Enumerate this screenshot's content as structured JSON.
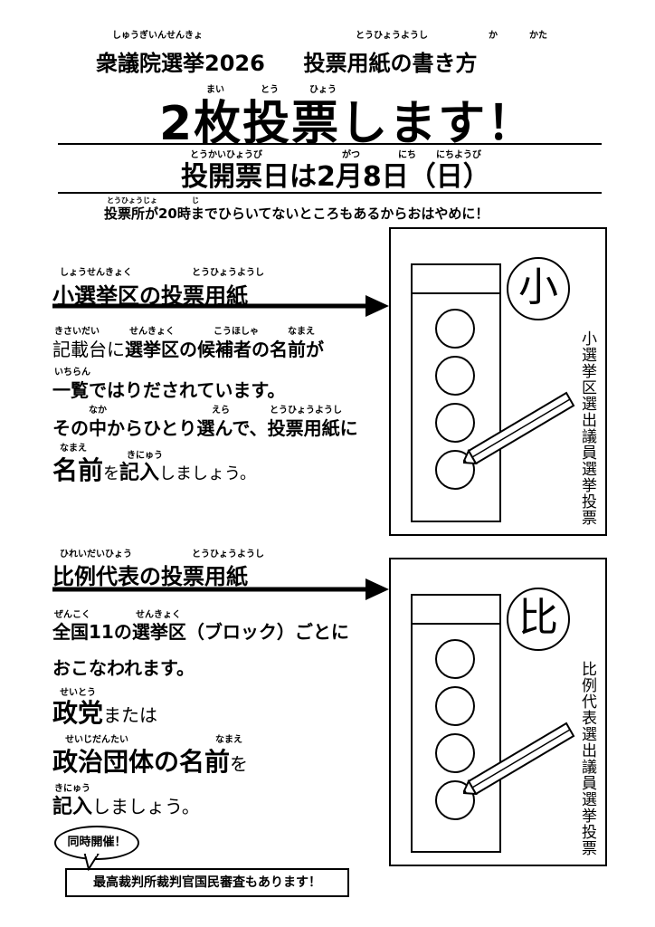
{
  "header": {
    "ruby_election": "しゅうぎいんせんきょ",
    "ruby_ballot": "とうひょうようし",
    "ruby_ka": "か",
    "ruby_kata": "かた",
    "title_election": "衆議院選挙2026",
    "title_howto": "投票用紙の書き方",
    "ruby_mai": "まい",
    "ruby_tou": "とう",
    "ruby_hyou": "ひょう",
    "headline": "2枚投票します！",
    "ruby_date_1": "とうかいひょうび",
    "ruby_date_2": "がつ",
    "ruby_date_3": "にち",
    "ruby_date_4": "にちようび",
    "vote_date": "投開票日は2月8日（日）",
    "ruby_note_1": "とうひょうじょ",
    "ruby_note_2": "じ",
    "note": "投票所が20時までひらいてないところもあるからおはやめに！"
  },
  "section1": {
    "ruby_title_1": "しょうせんきょく",
    "ruby_title_2": "とうひょうようし",
    "title": "小選挙区の投票用紙",
    "ruby_l1_1": "きさいだい",
    "ruby_l1_2": "せんきょく",
    "ruby_l1_3": "こうほしゃ",
    "ruby_l1_4": "なまえ",
    "line1_a": "記載台",
    "line1_b": "に",
    "line1_c": "選挙区の候補者の名前が",
    "ruby_l2": "いちらん",
    "line2": "一覧ではりだされています。",
    "ruby_l3_1": "なか",
    "ruby_l3_2": "えら",
    "ruby_l3_3": "とうひょうようし",
    "line3": "その中からひとり選んで、投票用紙に",
    "ruby_l4_1": "なまえ",
    "ruby_l4_2": "きにゅう",
    "line4_a": "名前",
    "line4_b": "を",
    "line4_c": "記入",
    "line4_d": "しましょう。",
    "badge": "小",
    "vertical": "小選挙区選出議員選挙投票"
  },
  "section2": {
    "ruby_title_1": "ひれいだいひょう",
    "ruby_title_2": "とうひょうようし",
    "title": "比例代表の投票用紙",
    "ruby_l1_1": "ぜんこく",
    "ruby_l1_2": "せんきょく",
    "line1": "全国11の選挙区（ブロック）ごとに",
    "line2": "おこなわれます。",
    "ruby_l3": "せいとう",
    "line3_a": "政党",
    "line3_b": "または",
    "ruby_l4_1": "せいじだんたい",
    "ruby_l4_2": "なまえ",
    "line4_a": "政治団体の名前",
    "line4_b": "を",
    "ruby_l5": "きにゅう",
    "line5_a": "記入",
    "line5_b": "しましょう。",
    "badge": "比",
    "vertical": "比例代表選出議員選挙投票"
  },
  "footer": {
    "bubble": "同時開催！",
    "notice": "最高裁判所裁判官国民審査もあります！"
  }
}
